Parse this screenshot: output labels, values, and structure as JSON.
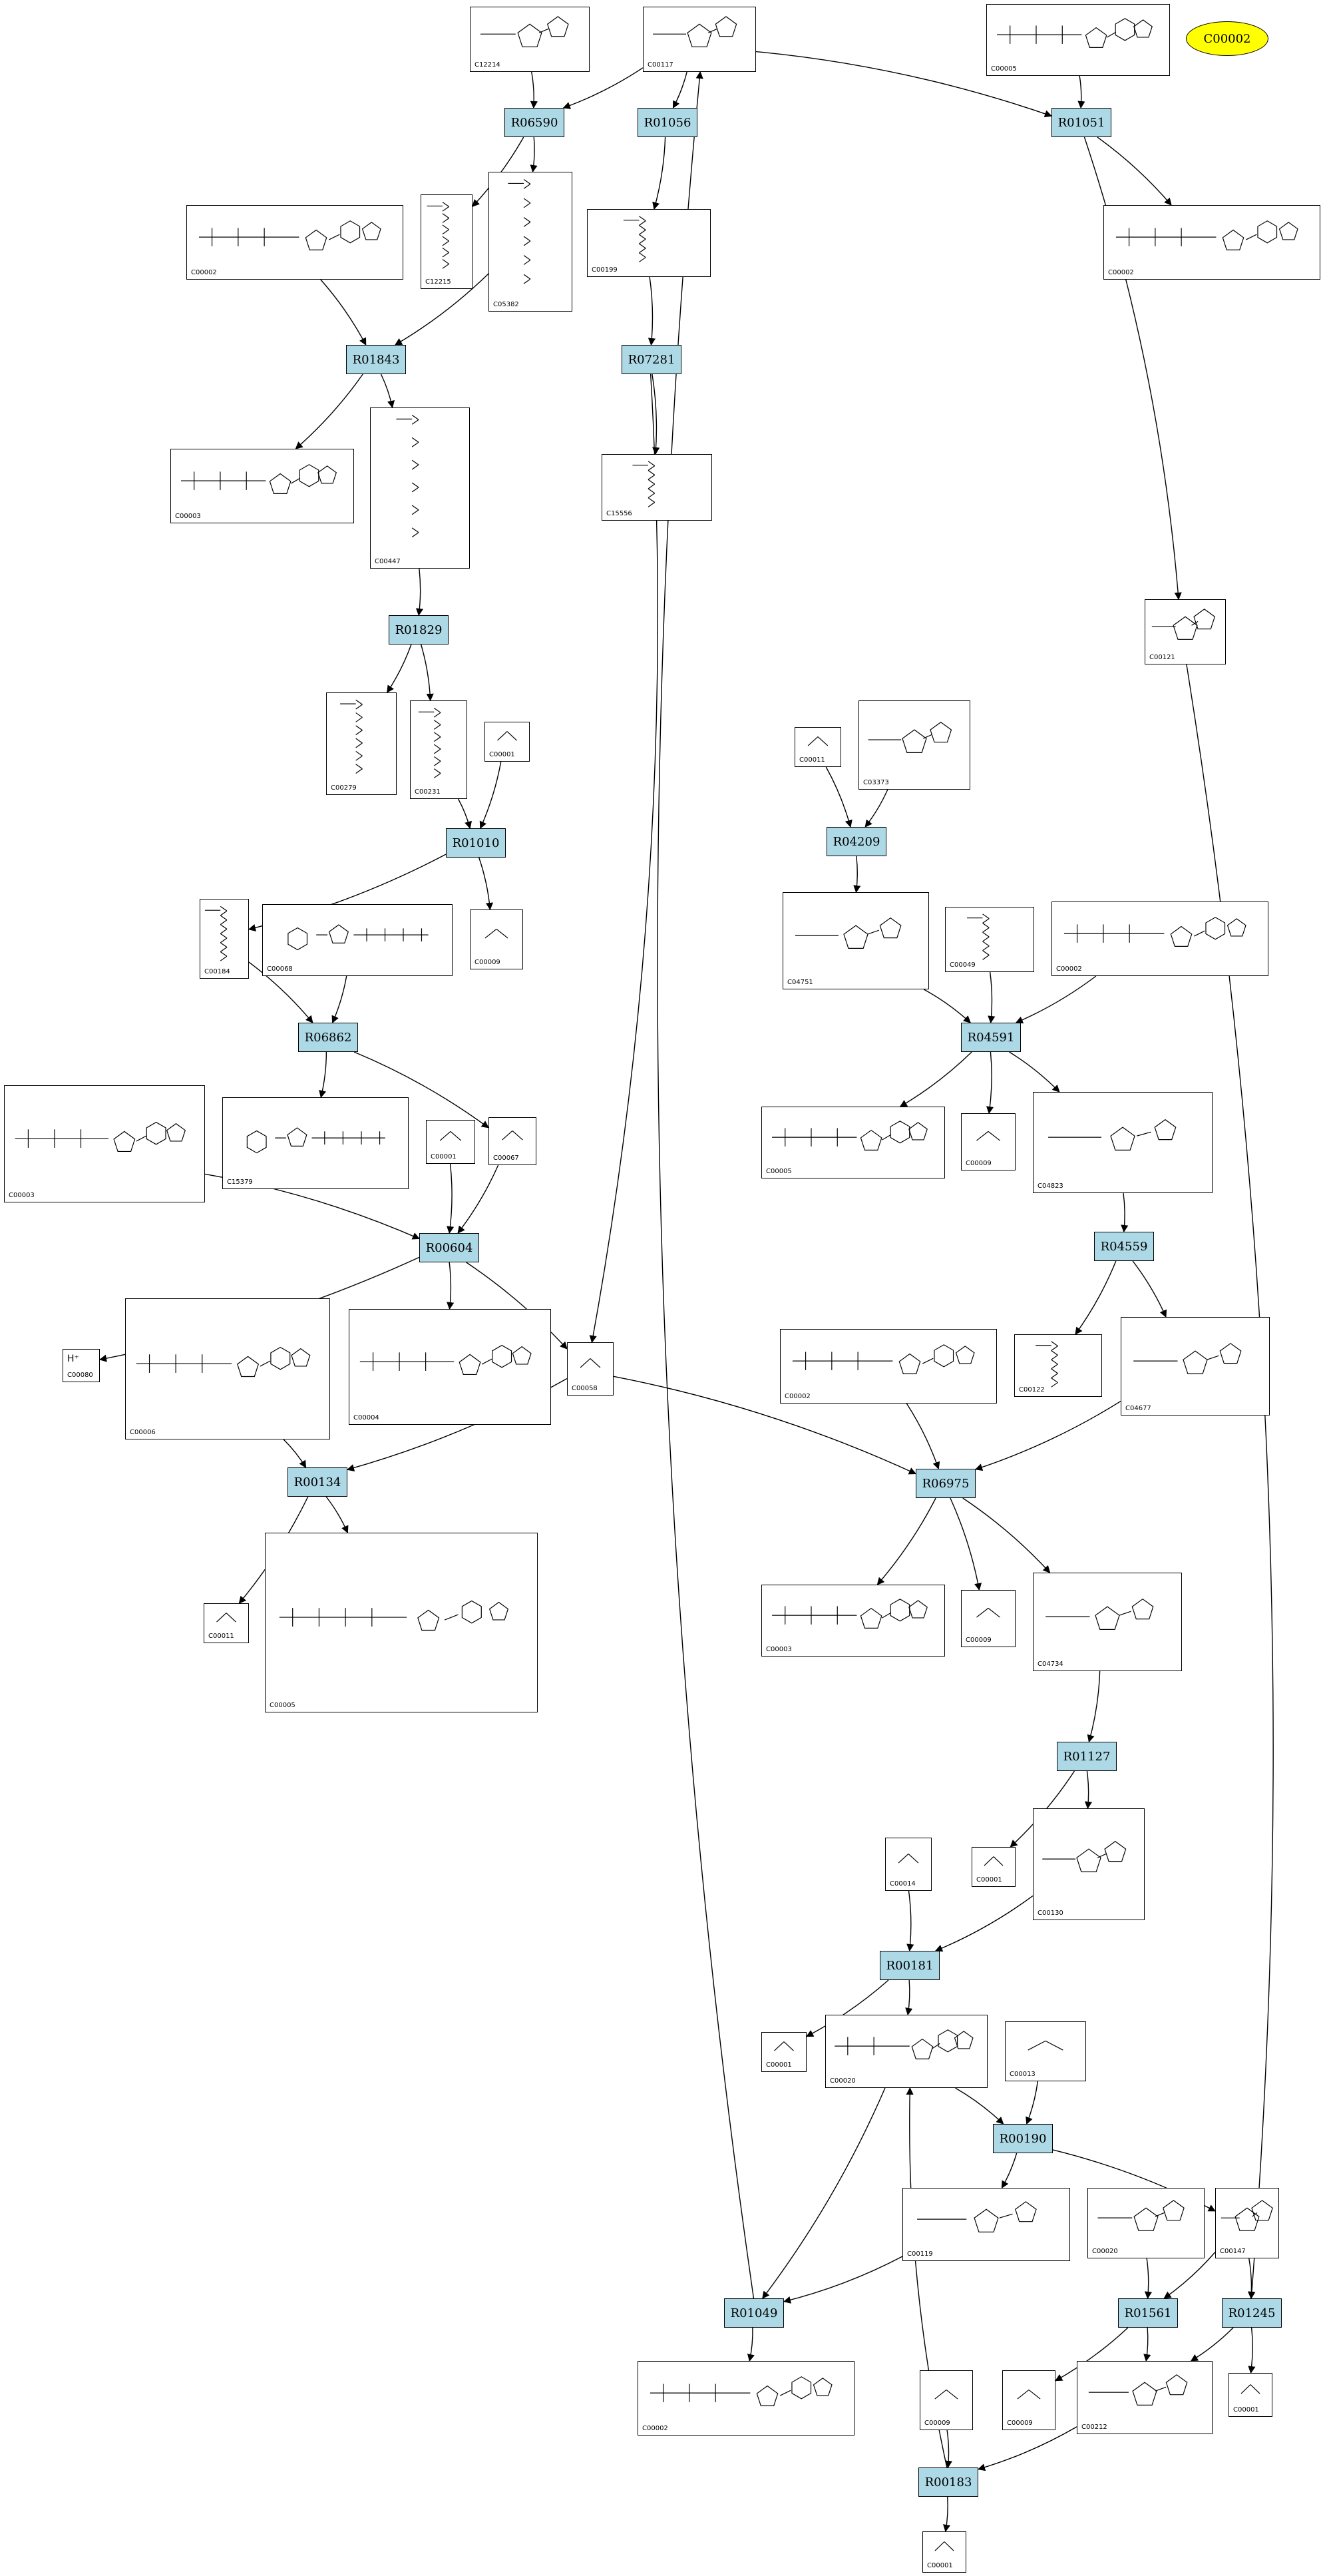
{
  "highlight": {
    "label": "C00002",
    "color": "#ffff00"
  },
  "colors": {
    "reaction_fill": "#add8e6",
    "edge": "#000000"
  },
  "compounds": [
    {
      "key": "c12214",
      "id": "C12214",
      "hint": "ring"
    },
    {
      "key": "c00117",
      "id": "C00117",
      "hint": "ring"
    },
    {
      "key": "c00005top",
      "id": "C00005",
      "hint": "nuc"
    },
    {
      "key": "c12215",
      "id": "C12215",
      "hint": "chain"
    },
    {
      "key": "c05382",
      "id": "C05382",
      "hint": "chain"
    },
    {
      "key": "c00002a",
      "id": "C00002",
      "hint": "nuc"
    },
    {
      "key": "c00199",
      "id": "C00199",
      "hint": "chain"
    },
    {
      "key": "c00002b",
      "id": "C00002",
      "hint": "nuc"
    },
    {
      "key": "c00003a",
      "id": "C00003",
      "hint": "nuc"
    },
    {
      "key": "c00447",
      "id": "C00447",
      "hint": "chain"
    },
    {
      "key": "c15556",
      "id": "C15556",
      "hint": "chain"
    },
    {
      "key": "c00121",
      "id": "C00121",
      "hint": "ring"
    },
    {
      "key": "c00279",
      "id": "C00279",
      "hint": "chain"
    },
    {
      "key": "c00231",
      "id": "C00231",
      "hint": "chain"
    },
    {
      "key": "c00001a",
      "id": "C00001",
      "hint": "small"
    },
    {
      "key": "c00011a",
      "id": "C00011",
      "hint": "small"
    },
    {
      "key": "c03373",
      "id": "C03373",
      "hint": "ring"
    },
    {
      "key": "c00184",
      "id": "C00184",
      "hint": "chain"
    },
    {
      "key": "c00068",
      "id": "C00068",
      "hint": "wide"
    },
    {
      "key": "c00009a",
      "id": "C00009",
      "hint": "small"
    },
    {
      "key": "c04751",
      "id": "C04751",
      "hint": "ring"
    },
    {
      "key": "c00049",
      "id": "C00049",
      "hint": "chain"
    },
    {
      "key": "c00002c",
      "id": "C00002",
      "hint": "nuc"
    },
    {
      "key": "c00003b",
      "id": "C00003",
      "hint": "nuc"
    },
    {
      "key": "c15379",
      "id": "C15379",
      "hint": "wide"
    },
    {
      "key": "c00001b",
      "id": "C00001",
      "hint": "small"
    },
    {
      "key": "c00067",
      "id": "C00067",
      "hint": "small"
    },
    {
      "key": "c00005b",
      "id": "C00005",
      "hint": "nuc"
    },
    {
      "key": "c00009b",
      "id": "C00009",
      "hint": "small"
    },
    {
      "key": "c04823",
      "id": "C04823",
      "hint": "ring"
    },
    {
      "key": "c00080",
      "id": "C00080",
      "hint": "small",
      "text": "H⁺"
    },
    {
      "key": "c00006",
      "id": "C00006",
      "hint": "nuc"
    },
    {
      "key": "c00004",
      "id": "C00004",
      "hint": "nuc"
    },
    {
      "key": "c00058",
      "id": "C00058",
      "hint": "small"
    },
    {
      "key": "c00002d",
      "id": "C00002",
      "hint": "nuc"
    },
    {
      "key": "c00122",
      "id": "C00122",
      "hint": "chain"
    },
    {
      "key": "c04677",
      "id": "C04677",
      "hint": "ring"
    },
    {
      "key": "c00011b",
      "id": "C00011",
      "hint": "small"
    },
    {
      "key": "c00005c",
      "id": "C00005",
      "hint": "nuc"
    },
    {
      "key": "c00003c",
      "id": "C00003",
      "hint": "nuc"
    },
    {
      "key": "c00009c",
      "id": "C00009",
      "hint": "small"
    },
    {
      "key": "c04734",
      "id": "C04734",
      "hint": "ring"
    },
    {
      "key": "c00001c",
      "id": "C00001",
      "hint": "small"
    },
    {
      "key": "c00130",
      "id": "C00130",
      "hint": "ring"
    },
    {
      "key": "c00014",
      "id": "C00014",
      "hint": "small"
    },
    {
      "key": "c00001d",
      "id": "C00001",
      "hint": "small"
    },
    {
      "key": "c00020",
      "id": "C00020",
      "hint": "nuc"
    },
    {
      "key": "c00013",
      "id": "C00013",
      "hint": "small"
    },
    {
      "key": "c00119",
      "id": "C00119",
      "hint": "ring"
    },
    {
      "key": "c00020b",
      "id": "C00020",
      "hint": "ring"
    },
    {
      "key": "c00147",
      "id": "C00147",
      "hint": "ring"
    },
    {
      "key": "c00002e",
      "id": "C00002",
      "hint": "nuc"
    },
    {
      "key": "c00009d",
      "id": "C00009",
      "hint": "small"
    },
    {
      "key": "c00009e",
      "id": "C00009",
      "hint": "small"
    },
    {
      "key": "c00212",
      "id": "C00212",
      "hint": "ring"
    },
    {
      "key": "c00001e",
      "id": "C00001",
      "hint": "small"
    },
    {
      "key": "c00001f",
      "id": "C00001",
      "hint": "small"
    }
  ],
  "reactions": [
    {
      "key": "r06590",
      "id": "R06590"
    },
    {
      "key": "r01056",
      "id": "R01056"
    },
    {
      "key": "r01051",
      "id": "R01051"
    },
    {
      "key": "r01843",
      "id": "R01843"
    },
    {
      "key": "r07281",
      "id": "R07281"
    },
    {
      "key": "r01829",
      "id": "R01829"
    },
    {
      "key": "r04209",
      "id": "R04209"
    },
    {
      "key": "r01010",
      "id": "R01010"
    },
    {
      "key": "r04591",
      "id": "R04591"
    },
    {
      "key": "r06862",
      "id": "R06862"
    },
    {
      "key": "r00604",
      "id": "R00604"
    },
    {
      "key": "r04559",
      "id": "R04559"
    },
    {
      "key": "r00134",
      "id": "R00134"
    },
    {
      "key": "r06975",
      "id": "R06975"
    },
    {
      "key": "r01127",
      "id": "R01127"
    },
    {
      "key": "r00181",
      "id": "R00181"
    },
    {
      "key": "r00190",
      "id": "R00190"
    },
    {
      "key": "r01049",
      "id": "R01049"
    },
    {
      "key": "r01561",
      "id": "R01561"
    },
    {
      "key": "r01245",
      "id": "R01245"
    },
    {
      "key": "r00183",
      "id": "R00183"
    }
  ],
  "edges": [
    [
      "c12214",
      "r06590"
    ],
    [
      "c00117",
      "r06590"
    ],
    [
      "r06590",
      "c12215"
    ],
    [
      "r06590",
      "c05382"
    ],
    [
      "c00117",
      "r01056"
    ],
    [
      "r01056",
      "c00199"
    ],
    [
      "c00117",
      "r01051"
    ],
    [
      "c00005top",
      "r01051"
    ],
    [
      "r01051",
      "c00002b"
    ],
    [
      "r01051",
      "c00121"
    ],
    [
      "c00002a",
      "r01843"
    ],
    [
      "c05382",
      "r01843"
    ],
    [
      "r01843",
      "c00003a"
    ],
    [
      "r01843",
      "c00447"
    ],
    [
      "c00199",
      "r07281"
    ],
    [
      "r07281",
      "c15556"
    ],
    [
      "r07281",
      "c00058"
    ],
    [
      "c00447",
      "r01829"
    ],
    [
      "r01829",
      "c00279"
    ],
    [
      "r01829",
      "c00231"
    ],
    [
      "c00231",
      "r01010"
    ],
    [
      "c00001a",
      "r01010"
    ],
    [
      "r01010",
      "c00184"
    ],
    [
      "r01010",
      "c00009a"
    ],
    [
      "c00011a",
      "r04209"
    ],
    [
      "c03373",
      "r04209"
    ],
    [
      "r04209",
      "c04751"
    ],
    [
      "c04751",
      "r04591"
    ],
    [
      "c00049",
      "r04591"
    ],
    [
      "c00002c",
      "r04591"
    ],
    [
      "r04591",
      "c00005b"
    ],
    [
      "r04591",
      "c00009b"
    ],
    [
      "r04591",
      "c04823"
    ],
    [
      "c00184",
      "r06862"
    ],
    [
      "c00068",
      "r06862"
    ],
    [
      "r06862",
      "c15379"
    ],
    [
      "r06862",
      "c00067"
    ],
    [
      "c00003b",
      "r00604"
    ],
    [
      "c00001b",
      "r00604"
    ],
    [
      "c00067",
      "r00604"
    ],
    [
      "r00604",
      "c00080"
    ],
    [
      "r00604",
      "c00004"
    ],
    [
      "r00604",
      "c00058"
    ],
    [
      "c04823",
      "r04559"
    ],
    [
      "r04559",
      "c00122"
    ],
    [
      "r04559",
      "c04677"
    ],
    [
      "c00006",
      "r00134"
    ],
    [
      "c00058",
      "r00134"
    ],
    [
      "r00134",
      "c00011b"
    ],
    [
      "r00134",
      "c00005c"
    ],
    [
      "c00058",
      "r06975"
    ],
    [
      "c00002d",
      "r06975"
    ],
    [
      "c04677",
      "r06975"
    ],
    [
      "r06975",
      "c00003c"
    ],
    [
      "r06975",
      "c00009c"
    ],
    [
      "r06975",
      "c04734"
    ],
    [
      "c04734",
      "r01127"
    ],
    [
      "r01127",
      "c00001c"
    ],
    [
      "r01127",
      "c00130"
    ],
    [
      "c00130",
      "r00181"
    ],
    [
      "c00014",
      "r00181"
    ],
    [
      "r00181",
      "c00001d"
    ],
    [
      "r00181",
      "c00020"
    ],
    [
      "c00020",
      "r00190"
    ],
    [
      "c00013",
      "r00190"
    ],
    [
      "r00190",
      "c00119"
    ],
    [
      "r00190",
      "c00147"
    ],
    [
      "c00119",
      "r01049"
    ],
    [
      "c00020",
      "r01049"
    ],
    [
      "r01049",
      "c00002e"
    ],
    [
      "r01049",
      "c00117"
    ],
    [
      "c00020b",
      "r01561"
    ],
    [
      "c00147",
      "r01561"
    ],
    [
      "r01561",
      "c00009d"
    ],
    [
      "r01561",
      "c00212"
    ],
    [
      "c00121",
      "r01245"
    ],
    [
      "c00147",
      "r01245"
    ],
    [
      "r01245",
      "c00212"
    ],
    [
      "r01245",
      "c00001e"
    ],
    [
      "c00009e",
      "r00183"
    ],
    [
      "c00212",
      "r00183"
    ],
    [
      "r00183",
      "c00001f"
    ],
    [
      "r00183",
      "c00020"
    ]
  ]
}
